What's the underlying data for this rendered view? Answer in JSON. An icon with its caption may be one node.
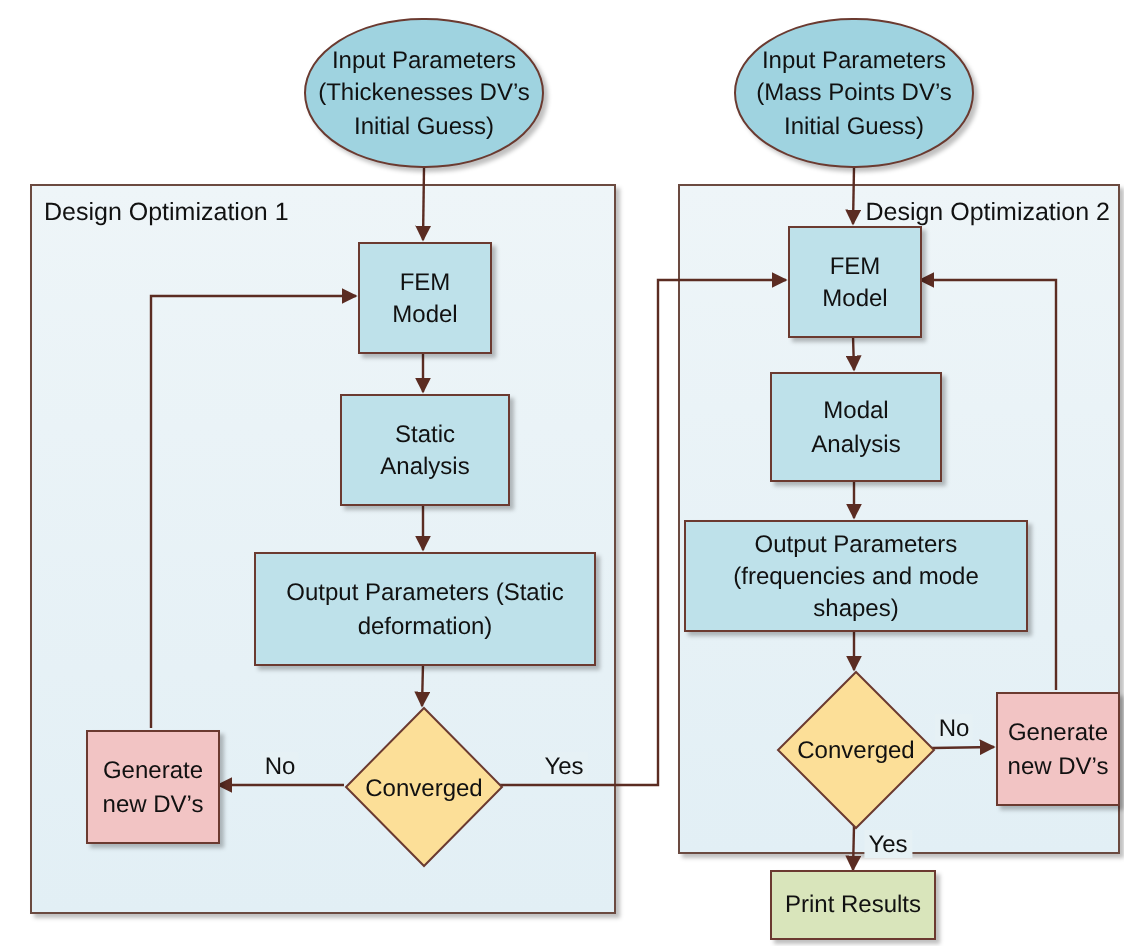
{
  "diagram": {
    "nodes": [
      {
        "text": [
          "Input Parameters (Thickenesses DV’s Initial Guess)"
        ]
      },
      {
        "text": [
          "Design Optimization 1"
        ]
      },
      {
        "text": [
          "FEM Model"
        ],
        "in": 1
      },
      {
        "text": [
          "Static Analysis"
        ],
        "in": 1
      },
      {
        "text": [
          "Output Parameters (Static deformation)"
        ],
        "in": 1
      },
      {
        "text": [
          "Converged"
        ],
        "in": 1
      },
      {
        "text": [
          "Generate new DV’s"
        ],
        "in": 1
      },
      {
        "text": [
          "Input Parameters (Mass Points DV’s Initial Guess)"
        ]
      },
      {
        "text": [
          "Design Optimization 2"
        ]
      },
      {
        "text": [
          "FEM Model"
        ],
        "in": 8
      },
      {
        "text": [
          "Modal Analysis"
        ],
        "in": 8
      },
      {
        "text": [
          "Output Parameters (frequencies and mode shapes)"
        ],
        "in": 8
      },
      {
        "text": [
          "Converged"
        ],
        "in": 8
      },
      {
        "text": [
          "Generate new DV’s"
        ],
        "in": 8
      },
      {
        "text": [
          "Print Results"
        ]
      }
    ],
    "edges": [
      {
        "from": 0,
        "to": 2,
        "arrow": "to"
      },
      {
        "from": 2,
        "to": 3,
        "arrow": "to"
      },
      {
        "from": 3,
        "to": 4,
        "arrow": "to"
      },
      {
        "from": 4,
        "to": 5,
        "arrow": "to"
      },
      {
        "from": 5,
        "to": 6,
        "arrow": "to",
        "label": "No"
      },
      {
        "from": 6,
        "to": 2,
        "arrow": "to"
      },
      {
        "from": 5,
        "to": 9,
        "arrow": "to",
        "label": "Yes"
      },
      {
        "from": 7,
        "to": 9,
        "arrow": "to"
      },
      {
        "from": 9,
        "to": 10,
        "arrow": "to"
      },
      {
        "from": 10,
        "to": 11,
        "arrow": "to"
      },
      {
        "from": 11,
        "to": 12,
        "arrow": "to"
      },
      {
        "from": 12,
        "to": 13,
        "arrow": "to",
        "label": "No"
      },
      {
        "from": 13,
        "to": 9,
        "arrow": "to"
      },
      {
        "from": 12,
        "to": 14,
        "arrow": "to",
        "label": "Yes"
      }
    ]
  }
}
